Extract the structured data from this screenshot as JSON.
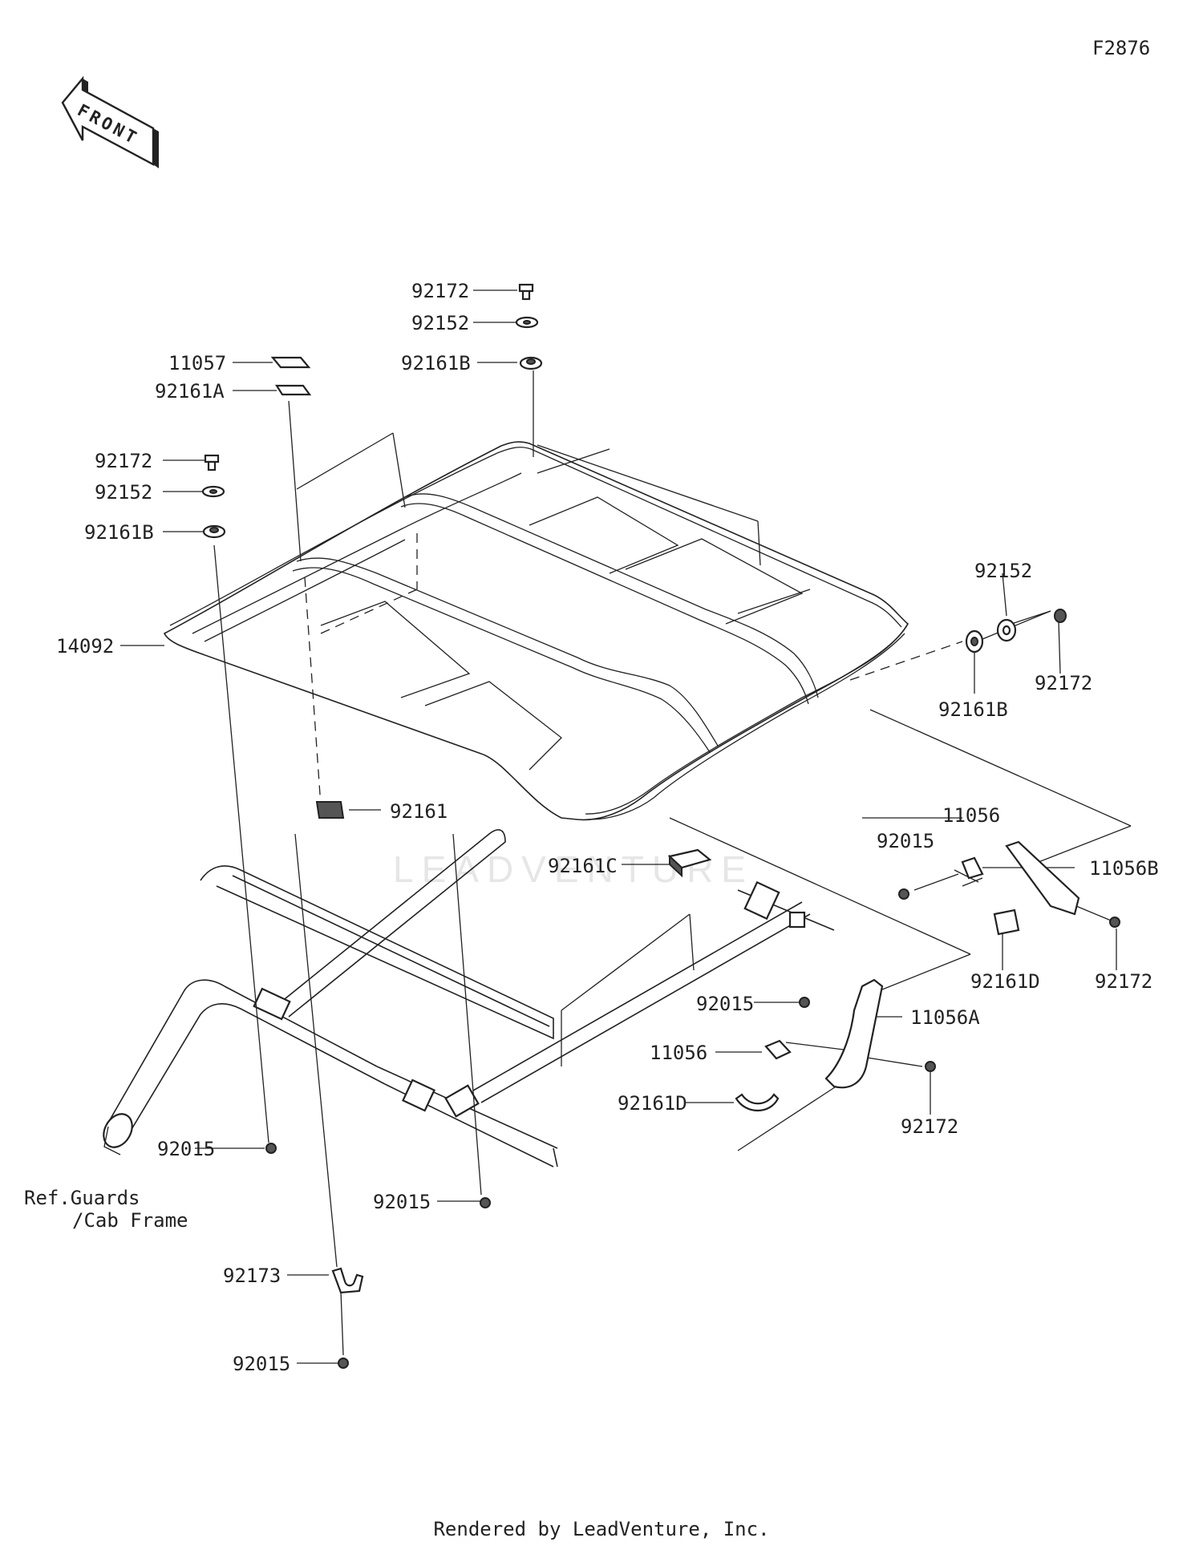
{
  "diagram_code": "F2876",
  "front_arrow_label": "FRONT",
  "watermark": "LEADVENTURE",
  "footer": "Rendered by LeadVenture, Inc.",
  "ref_note": {
    "line1": "Ref.Guards",
    "line2": "/Cab Frame"
  },
  "callouts": {
    "c92172_top": "92172",
    "c92152_top": "92152",
    "c92161B_top": "92161B",
    "c11057": "11057",
    "c92161A": "92161A",
    "c92172_left": "92172",
    "c92152_left": "92152",
    "c92161B_left": "92161B",
    "c14092": "14092",
    "c92152_right": "92152",
    "c92172_right": "92172",
    "c92161B_right": "92161B",
    "c92161": "92161",
    "c92161C": "92161C",
    "c11056_top": "11056",
    "c92015_right": "92015",
    "c11056B": "11056B",
    "c92161D_right": "92161D",
    "c92172_right2": "92172",
    "c92015_mid": "92015",
    "c11056A": "11056A",
    "c11056_bot": "11056",
    "c92161D_bot": "92161D",
    "c92172_bot": "92172",
    "c92015_left": "92015",
    "c92015_center": "92015",
    "c92173": "92173",
    "c92015_bottom": "92015"
  }
}
